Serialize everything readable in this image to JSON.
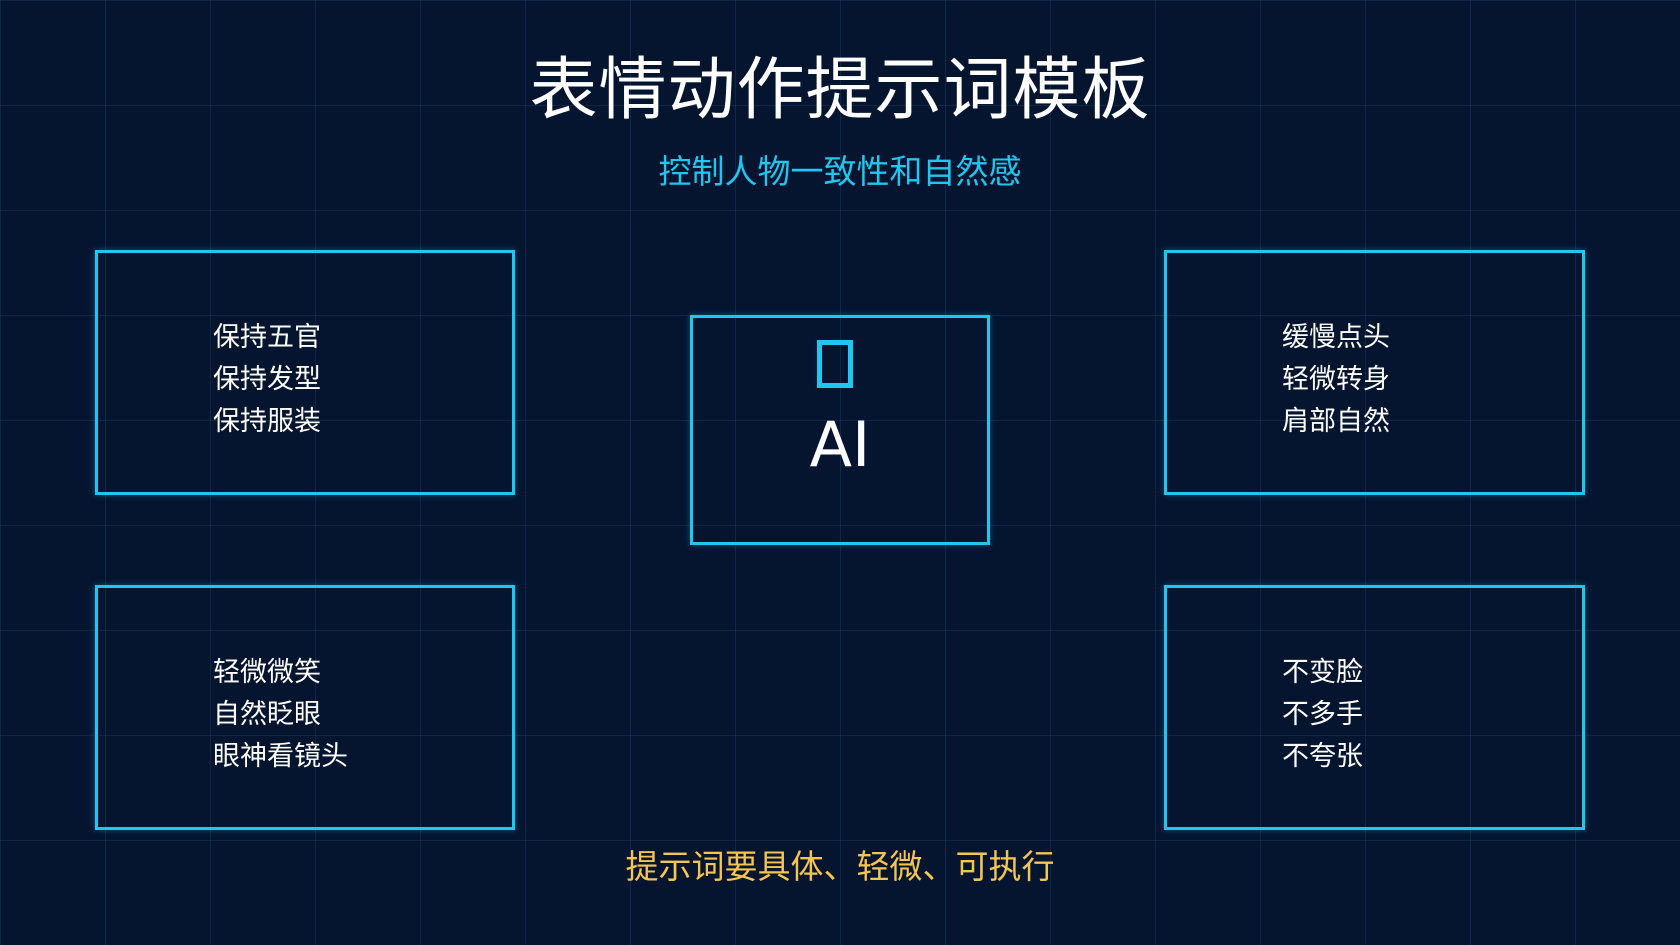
{
  "title": "表情动作提示词模板",
  "subtitle": "控制人物一致性和自然感",
  "center": {
    "icon": "placeholder-box-icon",
    "label": "AI"
  },
  "boxes": {
    "top_left": {
      "lines": [
        "保持五官",
        "保持发型",
        "保持服装"
      ]
    },
    "top_right": {
      "lines": [
        "缓慢点头",
        "轻微转身",
        "肩部自然"
      ]
    },
    "bottom_left": {
      "lines": [
        "轻微微笑",
        "自然眨眼",
        "眼神看镜头"
      ]
    },
    "bottom_right": {
      "lines": [
        "不变脸",
        "不多手",
        "不夸张"
      ]
    }
  },
  "footer": "提示词要具体、轻微、可执行",
  "colors": {
    "background": "#051530",
    "accent": "#1ec6f0",
    "highlight": "#f5c451",
    "text": "#ffffff"
  }
}
